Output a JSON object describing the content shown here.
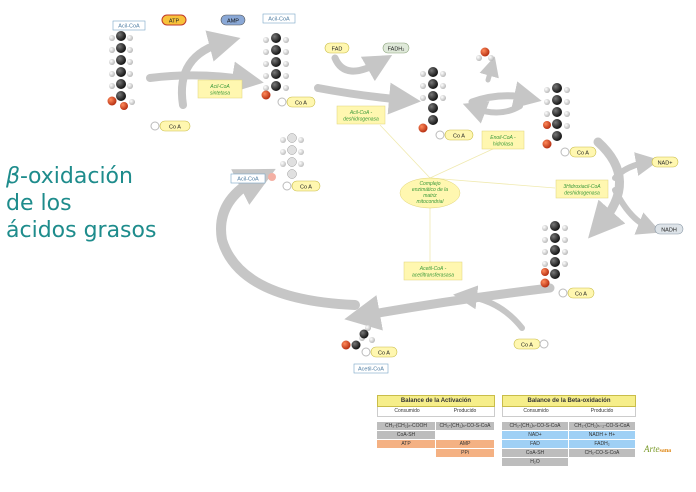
{
  "title": {
    "symbol": "β",
    "line1": "-oxidación",
    "line2": "de los",
    "line3": "ácidos grasos"
  },
  "molecules": {
    "acil_coa_1": "Acil-CoA",
    "acil_coa_2": "Acil-CoA",
    "acil_coa_3": "Acil-CoA",
    "acetil_coa": "Acetil-CoA"
  },
  "cofactors": {
    "atp": "ATP",
    "amp": "AMP",
    "fad": "FAD",
    "fadh2": "FADH₂",
    "nad": "NAD+",
    "nadh": "NADH",
    "coa_1": "Co A",
    "coa_2": "Co A",
    "coa_3": "Co A",
    "coa_4": "Co A",
    "coa_5": "Co A",
    "coa_6": "Co A",
    "coa_7": "Co A",
    "coa_8": "Co A"
  },
  "enzymes": {
    "sintetasa": [
      "Acil-CoA",
      "sintetasa"
    ],
    "deshidrogenasa": [
      "Acil-CoA -",
      "deshidrogenasa"
    ],
    "hidrolasa": [
      "Enoil-CoA -",
      "hidrolasa"
    ],
    "hidroxiacil": [
      "3Hidroxiacil-CoA",
      "deshidrogenasa"
    ],
    "transferasa": [
      "Acetil-CoA -",
      "acetiltransferasasa"
    ],
    "complejo": [
      "Complejo",
      "enzimático de la",
      "matriz",
      "mitocondrial"
    ]
  },
  "balance_activacion": {
    "title": "Balance de la Activación",
    "headers": [
      "Consumido",
      "Producido"
    ],
    "rows": [
      [
        "CH₃-(CH₂)ₙ-COOH",
        "CH₃-(CH₂)ₙ-CO-S-CoA"
      ],
      [
        "CoA-SH",
        ""
      ],
      [
        "ATP",
        "AMP"
      ],
      [
        "",
        "PPi"
      ]
    ]
  },
  "balance_beta": {
    "title": "Balance de la Beta-oxidación",
    "headers": [
      "Consumido",
      "Producido"
    ],
    "rows": [
      [
        "CH₃-(CH₂)ₙ-CO-S-CoA",
        "CH₃-(CH₂)ₙ₋₂-CO-S-CoA"
      ],
      [
        "NAD+",
        "NADH + H+"
      ],
      [
        "FAD",
        "FADH₂"
      ],
      [
        "CoA-SH",
        "CH₃-CO-S-CoA"
      ],
      [
        "H₂O",
        ""
      ]
    ]
  },
  "colors": {
    "title": "#1e8c8c",
    "arrow": "#c6c6c6",
    "enzyme_fill": "#fff7b0",
    "enzyme_text": "#3b9a3b",
    "carbon": "#1a1a1a",
    "oxygen": "#d23a1a",
    "hydrogen": "#e8e8e8",
    "consumed_grey": "#bdbdbd",
    "orange": "#f4b183",
    "blue": "#9fd0f5"
  },
  "logo": {
    "text": "Arte",
    "sub": "sana"
  }
}
